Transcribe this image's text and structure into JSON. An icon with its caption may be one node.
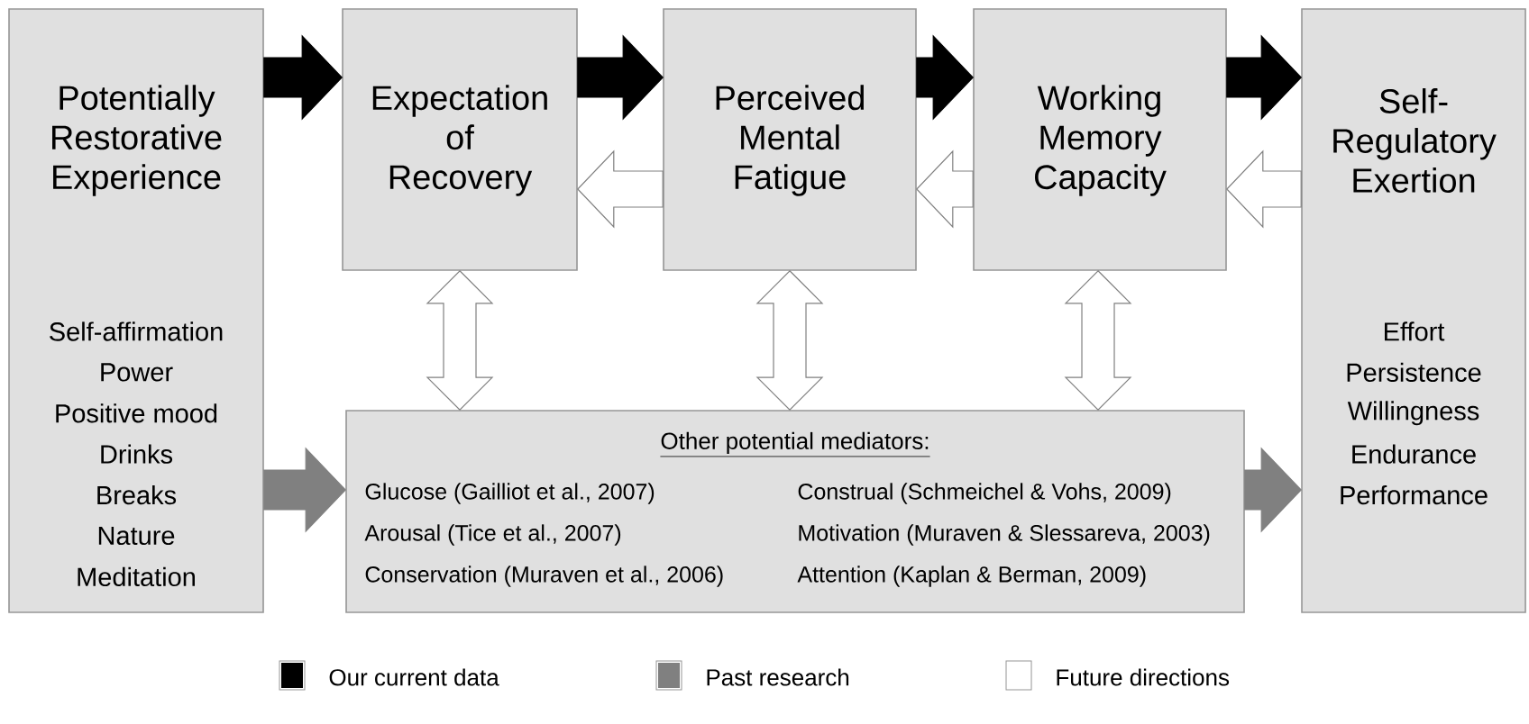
{
  "diagram": {
    "nodes": [
      {
        "text": [
          "Potentially Restorative Experience",
          "Self-affirmation",
          "Power",
          "Positive mood",
          "Drinks",
          "Breaks",
          "Nature",
          "Meditation"
        ]
      },
      {
        "text": [
          "Expectation of Recovery"
        ]
      },
      {
        "text": [
          "Perceived Mental Fatigue"
        ]
      },
      {
        "text": [
          "Working Memory Capacity"
        ]
      },
      {
        "text": [
          "Self-Regulatory Exertion",
          "Effort",
          "Persistence",
          "Willingness",
          "Endurance",
          "Performance"
        ]
      },
      {
        "text": [
          "Other potential mediators:",
          "Glucose (Gailliot et al., 2007)",
          "Construal (Schmeichel & Vohs, 2009)",
          "Arousal (Tice et al., 2007)",
          "Motivation (Muraven & Slessareva, 2003)",
          "Conservation (Muraven et al., 2006)",
          "Attention (Kaplan & Berman, 2009)"
        ]
      }
    ],
    "edges": [
      {
        "from": 0,
        "to": 1,
        "arrow": "to",
        "color": "#000000"
      },
      {
        "from": 1,
        "to": 2,
        "arrow": "to",
        "color": "#000000"
      },
      {
        "from": 2,
        "to": 3,
        "arrow": "to",
        "color": "#000000"
      },
      {
        "from": 3,
        "to": 4,
        "arrow": "to",
        "color": "#000000"
      },
      {
        "from": 2,
        "to": 1,
        "arrow": "to",
        "color": "#ffffff"
      },
      {
        "from": 3,
        "to": 2,
        "arrow": "to",
        "color": "#ffffff"
      },
      {
        "from": 4,
        "to": 3,
        "arrow": "to",
        "color": "#ffffff"
      },
      {
        "from": 1,
        "to": 5,
        "arrow": "both",
        "color": "#ffffff"
      },
      {
        "from": 2,
        "to": 5,
        "arrow": "both",
        "color": "#ffffff"
      },
      {
        "from": 3,
        "to": 5,
        "arrow": "both",
        "color": "#ffffff"
      },
      {
        "from": 0,
        "to": 5,
        "arrow": "to",
        "color": "#808080"
      },
      {
        "from": 5,
        "to": 4,
        "arrow": "to",
        "color": "#808080"
      }
    ],
    "legend": [
      {
        "text": "Our current data",
        "color": "#000000"
      },
      {
        "text": "Past research",
        "color": "#808080"
      },
      {
        "text": "Future directions",
        "color": "#ffffff"
      }
    ]
  }
}
